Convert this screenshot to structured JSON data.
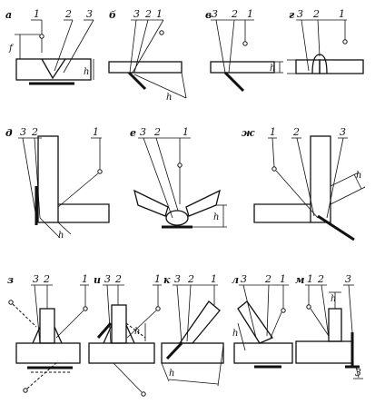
{
  "panels": [
    {
      "letter": "а",
      "refs": [
        "1",
        "2",
        "3"
      ],
      "dims": [
        "f",
        "h"
      ]
    },
    {
      "letter": "б",
      "refs": [
        "3",
        "2",
        "1"
      ],
      "dims": [
        "h"
      ]
    },
    {
      "letter": "в",
      "refs": [
        "3",
        "2",
        "1"
      ],
      "dims": [
        "h"
      ]
    },
    {
      "letter": "г",
      "refs": [
        "3",
        "2",
        "1"
      ],
      "dims": []
    },
    {
      "letter": "д",
      "refs": [
        "3",
        "2",
        "1"
      ],
      "dims": [
        "h"
      ]
    },
    {
      "letter": "е",
      "refs": [
        "3",
        "2",
        "1"
      ],
      "dims": [
        "h"
      ]
    },
    {
      "letter": "ж",
      "refs": [
        "1",
        "2",
        "3"
      ],
      "dims": [
        "h"
      ]
    },
    {
      "letter": "з",
      "refs": [
        "3",
        "2",
        "1"
      ],
      "dims": []
    },
    {
      "letter": "и",
      "refs": [
        "3",
        "2",
        "1"
      ],
      "dims": [
        "h"
      ]
    },
    {
      "letter": "к",
      "refs": [
        "3",
        "2",
        "1"
      ],
      "dims": [
        "h"
      ]
    },
    {
      "letter": "л",
      "refs": [
        "3",
        "2",
        "1"
      ],
      "dims": [
        "h"
      ]
    },
    {
      "letter": "м",
      "refs": [
        "1",
        "2",
        "3",
        "3"
      ],
      "dims": [
        "h"
      ]
    }
  ]
}
